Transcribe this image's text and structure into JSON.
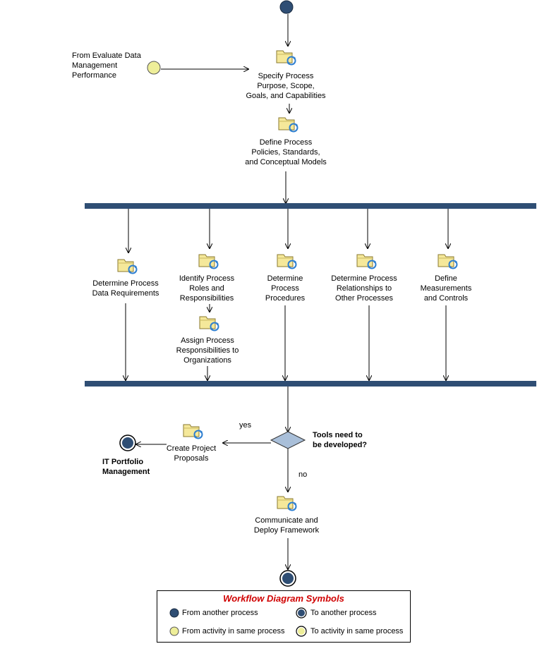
{
  "nodes": {
    "from_evaluate": "From Evaluate Data\nManagement\nPerformance",
    "specify": "Specify Process\nPurpose, Scope,\nGoals, and Capabilities",
    "define_policies": "Define Process\nPolicies, Standards,\nand Conceptual Models",
    "data_req": "Determine Process\nData Requirements",
    "roles": "Identify Process\nRoles and\nResponsibilities",
    "assign": "Assign Process\nResponsibilities to\nOrganizations",
    "procedures": "Determine\nProcess\nProcedures",
    "relationships": "Determine Process\nRelationships to\nOther Processes",
    "measurements": "Define\nMeasurements\nand Controls",
    "decision": "Tools need to\nbe developed?",
    "yes": "yes",
    "no": "no",
    "create_proposals": "Create Project\nProposals",
    "it_portfolio": "IT Portfolio\nManagement",
    "communicate": "Communicate and\nDeploy Framework"
  },
  "legend": {
    "title": "Workflow Diagram Symbols",
    "from_another": "From another process",
    "to_another": "To another process",
    "from_activity": "From activity in same process",
    "to_activity": "To activity in same process"
  },
  "colors": {
    "bar": "#2f4e74",
    "process_node": "#2f4e74",
    "activity_node": "#eeee99",
    "decision": "#a9bfd9",
    "task_icon": "#f5e89a",
    "task_arrow": "#2e7fd0",
    "legend_title": "#d00000"
  }
}
